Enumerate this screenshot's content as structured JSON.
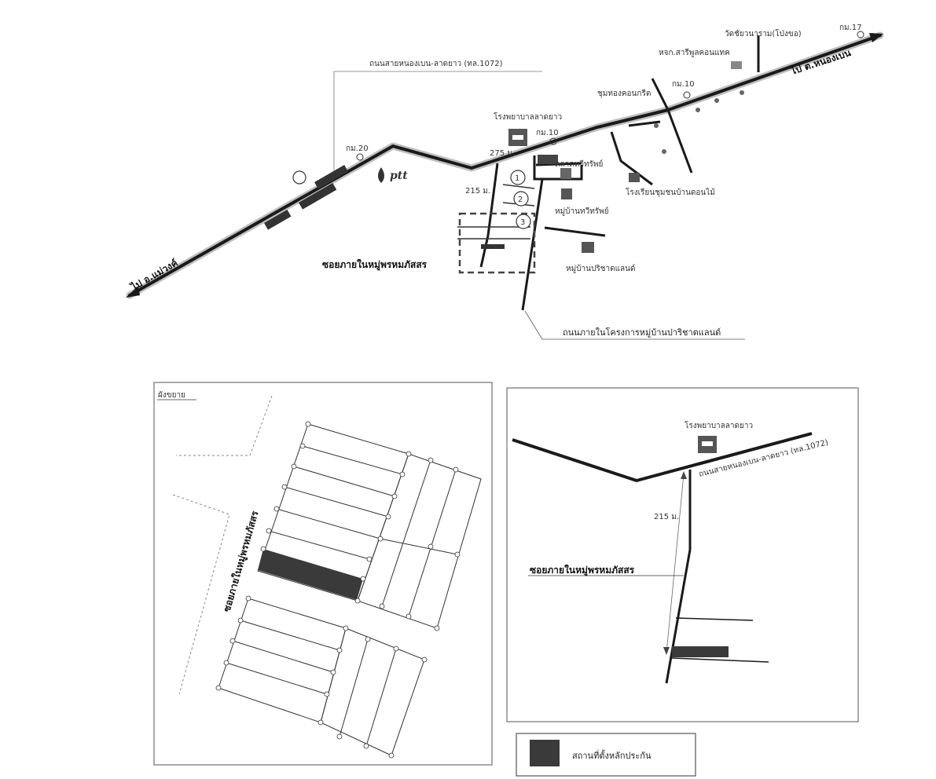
{
  "top_map": {
    "highway_label": "ถนนสายหนองเบน-ลาดยาว (ทล.1072)",
    "to_west": "ไป อ.แม่วงค์",
    "to_east": "ไป ต.หนองเบน",
    "km_20": "กม.20",
    "km_10a": "กม.10",
    "km_10b": "กม.10",
    "km_17": "กม.17",
    "hospital": "โรงพยาบาลลาดยาว",
    "ptt": "ptt",
    "dist_275": "275 ม.",
    "dist_215": "215 ม.",
    "market": "ตลาดทวีทรัพย์",
    "village_1": "หมู่บ้านทวีทรัพย์",
    "school": "โรงเรียนชุมชนบ้านดอนไม้",
    "village_2": "หมู่บ้านปริชาตแลนด์",
    "soi_label": "ซอยภายในหมู่พรหมภัสสร",
    "project_road": "ถนนภายในโครงการหมู่บ้านปาริชาตแลนด์",
    "temple": "วัดชัยวนาราม(โป่งขอ)",
    "shop": "หจก.สารีพูลคอนแทค",
    "junction": "ชุมทองคอนกรีต",
    "marker_1": "1",
    "marker_2": "2",
    "marker_3": "3"
  },
  "plan_map": {
    "title": "ผังขยาย",
    "soi_label": "ซอยภายในหมู่พรหมภัสสร"
  },
  "inset_map": {
    "hospital": "โรงพยาบาลลาดยาว",
    "highway_label": "ถนนสายหนองเบน-ลาดยาว (ทล.1072)",
    "dist": "215 ม.",
    "soi_label": "ซอยภายในหมู่พรหมภัสสร"
  },
  "legend": {
    "label": "สถานที่ตั้งหลักประกัน",
    "swatch_color": "#3a3a3a"
  }
}
